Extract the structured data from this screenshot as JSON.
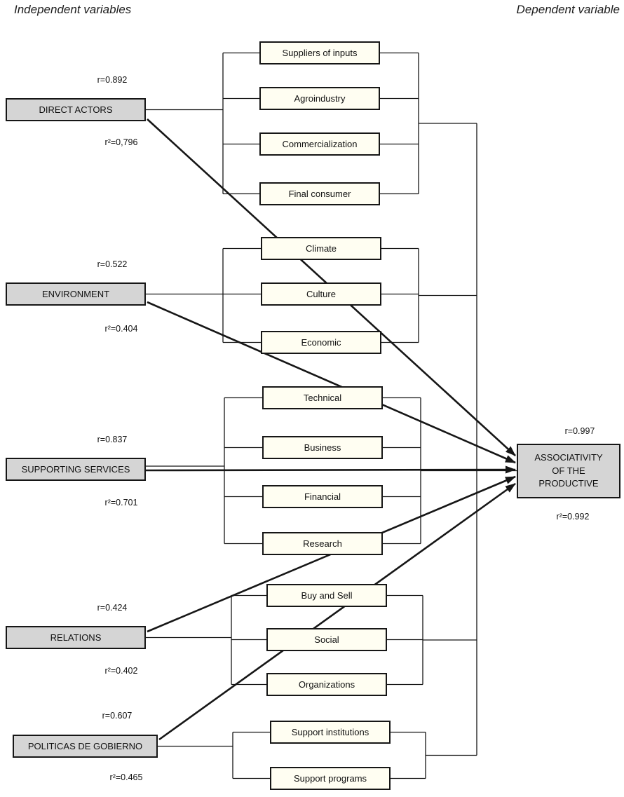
{
  "headers": {
    "independent": "Independent variables",
    "dependent": "Dependent variable"
  },
  "independent_variables": [
    {
      "label": "DIRECT ACTORS",
      "r": "r=0.892",
      "r2": "r²=0,796"
    },
    {
      "label": "ENVIRONMENT",
      "r": "r=0.522",
      "r2": "r²=0.404"
    },
    {
      "label": "SUPPORTING SERVICES",
      "r": "r=0.837",
      "r2": "r²=0.701"
    },
    {
      "label": "RELATIONS",
      "r": "r=0.424",
      "r2": "r²=0.402"
    },
    {
      "label": "POLITICAS DE GOBIERNO",
      "r": "r=0.607",
      "r2": "r²=0.465"
    }
  ],
  "indicator_groups": [
    {
      "items": [
        "Suppliers of inputs",
        "Agroindustry",
        "Commercialization",
        "Final consumer"
      ]
    },
    {
      "items": [
        "Climate",
        "Culture",
        "Economic"
      ]
    },
    {
      "items": [
        "Technical",
        "Business",
        "Financial",
        "Research"
      ]
    },
    {
      "items": [
        "Buy and Sell",
        "Social",
        "Organizations"
      ]
    },
    {
      "items": [
        "Support institutions",
        "Support programs"
      ]
    }
  ],
  "dependent_variable": {
    "lines": [
      "ASSOCIATIVITY",
      "OF THE",
      "PRODUCTIVE"
    ],
    "r": "r=0.997",
    "r2": "r²=0.992"
  }
}
